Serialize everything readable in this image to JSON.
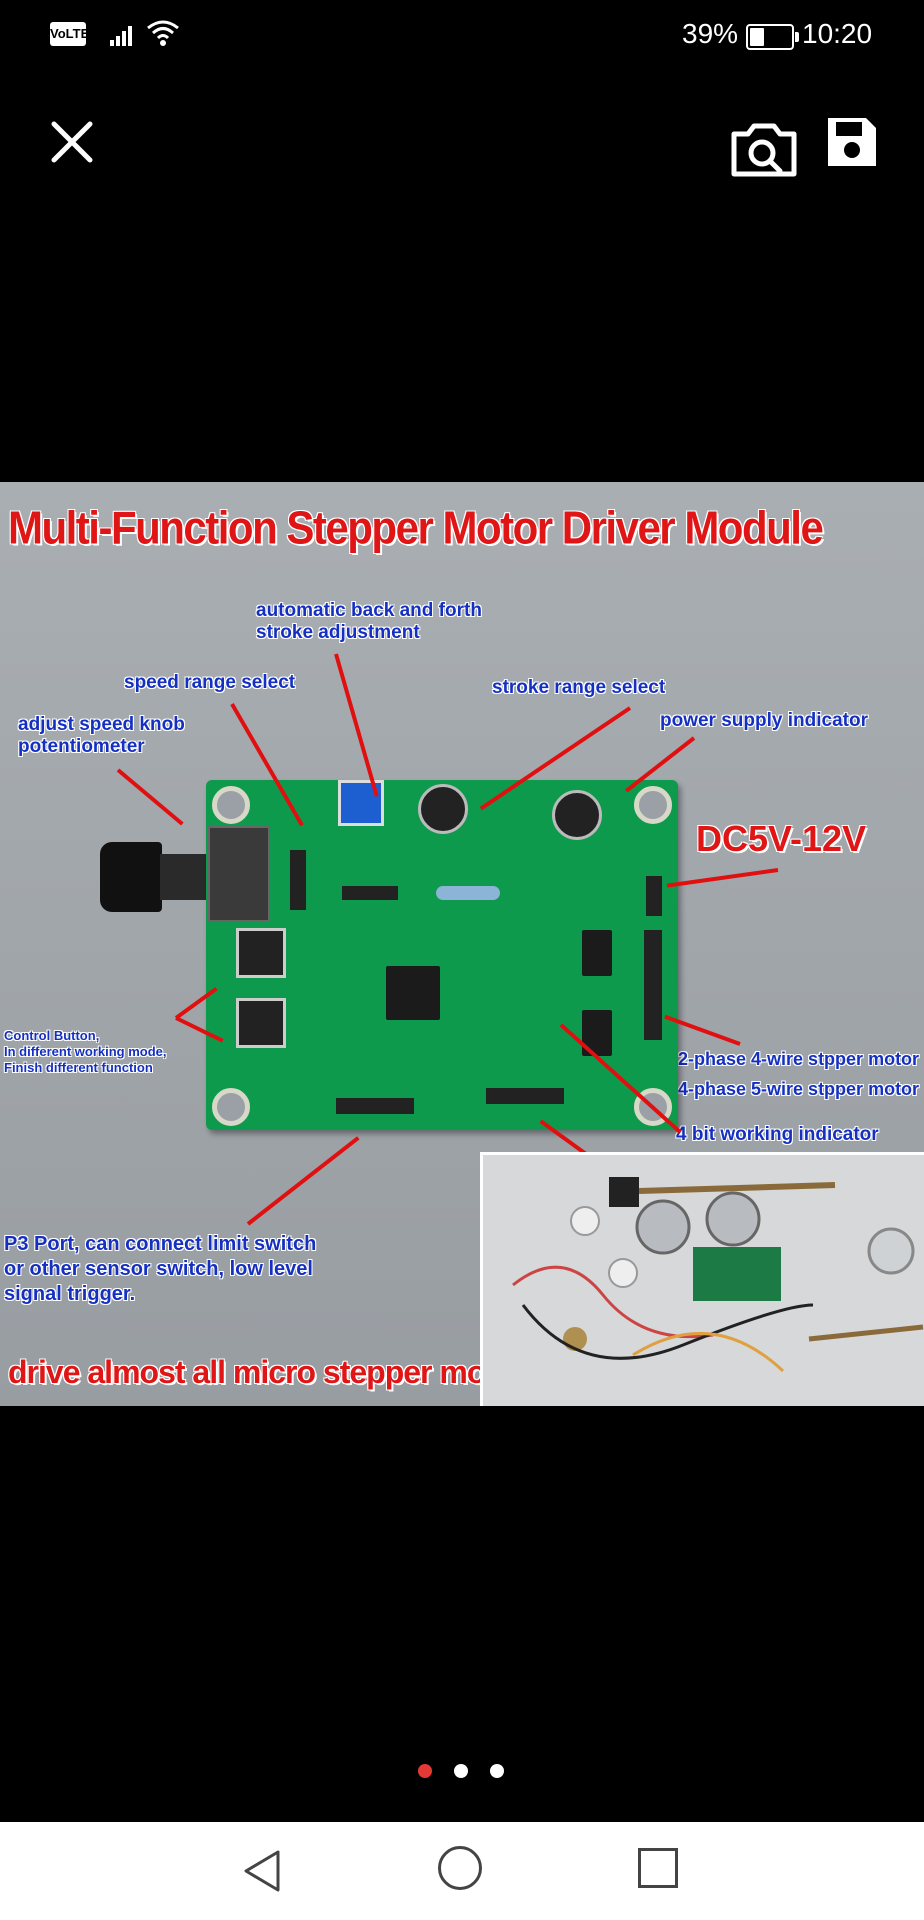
{
  "status_bar": {
    "volte": "VoLTE",
    "battery_percent": "39%",
    "battery_level": 0.39,
    "time": "10:20"
  },
  "toolbar": {
    "close_icon": "close-icon",
    "camera_icon": "camera-search-icon",
    "save_icon": "save-icon"
  },
  "product_image": {
    "title": "Multi-Function Stepper Motor Driver Module",
    "labels": {
      "auto_stroke": "automatic back and forth\nstroke adjustment",
      "speed_range": "speed range select",
      "stroke_range": "stroke range select",
      "adjust_speed": "adjust speed knob\npotentiometer",
      "power_indicator": "power supply indicator",
      "voltage": "DC5V-12V",
      "control_button": "Control Button,\nIn different working mode,\nFinish different function",
      "motor_2phase": "2-phase 4-wire stpper motor",
      "motor_4phase": "4-phase 5-wire stpper motor",
      "working_indicator": "4 bit working indicator",
      "p3_port": "P3 Port, can connect limit switch\nor other sensor switch, low level\nsignal trigger.",
      "footer": "drive almost all micro stepper motor"
    }
  },
  "pager": {
    "pages": 3,
    "active_index": 0,
    "active_color": "#e53935",
    "inactive_color": "#ffffff"
  },
  "nav_bar": {
    "back_icon": "back-icon",
    "home_icon": "home-icon",
    "recents_icon": "recents-icon"
  }
}
